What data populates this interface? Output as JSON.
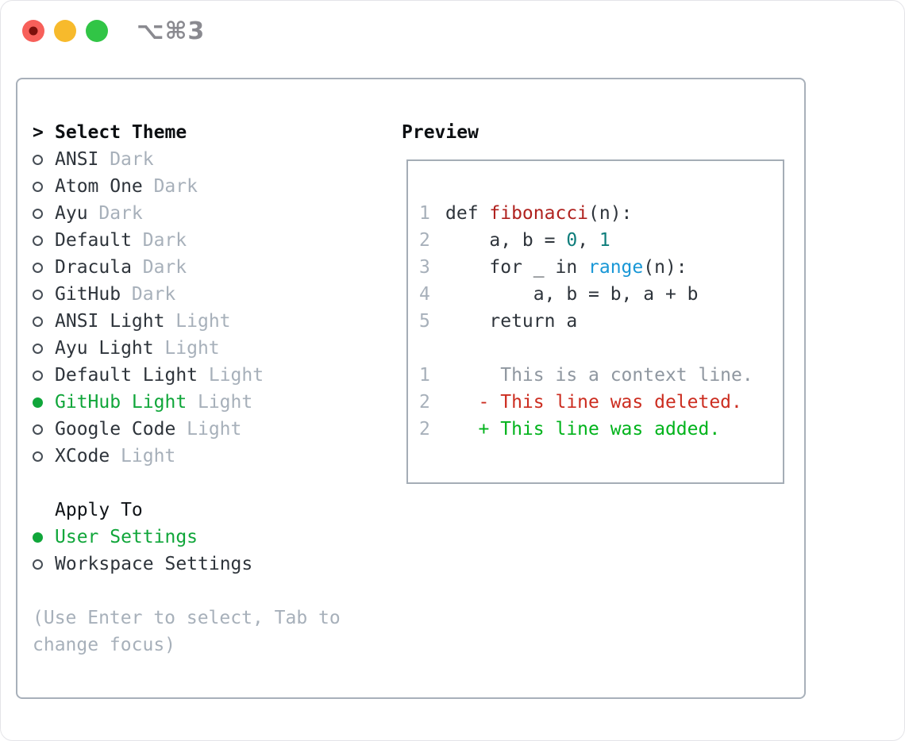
{
  "window": {
    "shortcut_label": "⌥⌘3",
    "traffic_lights": [
      {
        "name": "close-button",
        "color": "#f7605a",
        "dot": true,
        "dot_color": "#7c100b"
      },
      {
        "name": "minimize-button",
        "color": "#f7ba2c",
        "dot": false,
        "dot_color": ""
      },
      {
        "name": "zoom-button",
        "color": "#31c546",
        "dot": false,
        "dot_color": ""
      }
    ]
  },
  "theme_panel": {
    "prompt_marker": ">",
    "title": "Select Theme",
    "themes": [
      {
        "name": "ANSI",
        "tag": "Dark",
        "selected": false
      },
      {
        "name": "Atom One",
        "tag": "Dark",
        "selected": false
      },
      {
        "name": "Ayu",
        "tag": "Dark",
        "selected": false
      },
      {
        "name": "Default",
        "tag": "Dark",
        "selected": false
      },
      {
        "name": "Dracula",
        "tag": "Dark",
        "selected": false
      },
      {
        "name": "GitHub",
        "tag": "Dark",
        "selected": false
      },
      {
        "name": "ANSI Light",
        "tag": "Light",
        "selected": false
      },
      {
        "name": "Ayu Light",
        "tag": "Light",
        "selected": false
      },
      {
        "name": "Default Light",
        "tag": "Light",
        "selected": false
      },
      {
        "name": "GitHub Light",
        "tag": "Light",
        "selected": true
      },
      {
        "name": "Google Code",
        "tag": "Light",
        "selected": false
      },
      {
        "name": "XCode",
        "tag": "Light",
        "selected": false
      }
    ],
    "apply_to": {
      "title": "Apply To",
      "options": [
        {
          "name": "User Settings",
          "selected": true
        },
        {
          "name": "Workspace Settings",
          "selected": false
        }
      ]
    },
    "help_lines": [
      "(Use Enter to select, Tab to",
      "change focus)"
    ]
  },
  "preview": {
    "title": "Preview",
    "lines": [
      {
        "num": "1",
        "segments": [
          {
            "text": "def ",
            "style": "plain"
          },
          {
            "text": "fibonacci",
            "style": "function"
          },
          {
            "text": "(n):",
            "style": "plain"
          }
        ]
      },
      {
        "num": "2",
        "segments": [
          {
            "text": "    a, b = ",
            "style": "plain"
          },
          {
            "text": "0",
            "style": "number"
          },
          {
            "text": ", ",
            "style": "plain"
          },
          {
            "text": "1",
            "style": "number"
          }
        ]
      },
      {
        "num": "3",
        "segments": [
          {
            "text": "    for _ in ",
            "style": "plain"
          },
          {
            "text": "range",
            "style": "builtin"
          },
          {
            "text": "(n):",
            "style": "plain"
          }
        ]
      },
      {
        "num": "4",
        "segments": [
          {
            "text": "        a, b = b, a + b",
            "style": "plain"
          }
        ]
      },
      {
        "num": "5",
        "segments": [
          {
            "text": "    return a",
            "style": "plain"
          }
        ]
      },
      {
        "num": "",
        "segments": []
      },
      {
        "num": "1",
        "segments": [
          {
            "text": "     This is a context line.",
            "style": "context"
          }
        ]
      },
      {
        "num": "2",
        "segments": [
          {
            "text": "   - This line was deleted.",
            "style": "deleted"
          }
        ]
      },
      {
        "num": "2",
        "segments": [
          {
            "text": "   + This line was added.",
            "style": "added"
          }
        ]
      }
    ]
  },
  "colors": {
    "text": "#2e343b",
    "title_text": "#0c0f12",
    "muted": "#a7b0ba",
    "context_gray": "#8f97a0",
    "selected_green": "#10a63a",
    "added_green": "#00b31b",
    "deleted_red": "#cc2d20",
    "fn_red": "#b0221f",
    "num_teal": "#0e7d7b",
    "builtin_blue": "#1897d6",
    "panel_border": "#a8b0ba",
    "preview_border": "#a5adb6"
  }
}
